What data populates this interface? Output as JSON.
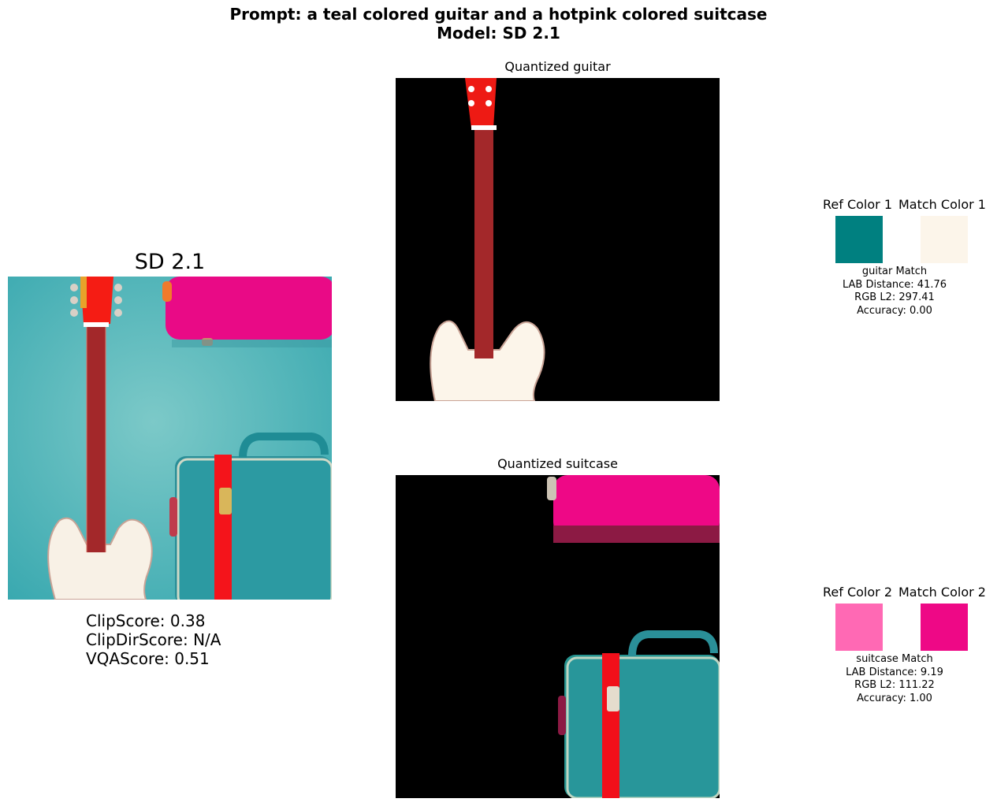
{
  "header": {
    "prompt_line": "Prompt: a teal colored guitar and a hotpink colored suitcase",
    "model_line": "Model: SD 2.1"
  },
  "left_panel": {
    "title": "SD 2.1",
    "scores": [
      "ClipScore: 0.38",
      "ClipDirScore: N/A",
      "VQAScore: 0.51"
    ]
  },
  "quantized": [
    {
      "title": "Quantized guitar"
    },
    {
      "title": "Quantized suitcase"
    }
  ],
  "color_matches": [
    {
      "ref_label": "Ref Color 1",
      "match_label": "Match Color 1",
      "ref_color": "#008080",
      "match_color": "#FCF5EA",
      "lines": [
        "guitar Match",
        "LAB Distance: 41.76",
        "RGB L2: 297.41",
        "Accuracy: 0.00"
      ]
    },
    {
      "ref_label": "Ref Color 2",
      "match_label": "Match Color 2",
      "ref_color": "#FF69B4",
      "match_color": "#EE0886",
      "lines": [
        "suitcase Match",
        "LAB Distance: 9.19",
        "RGB L2: 111.22",
        "Accuracy: 1.00"
      ]
    }
  ]
}
